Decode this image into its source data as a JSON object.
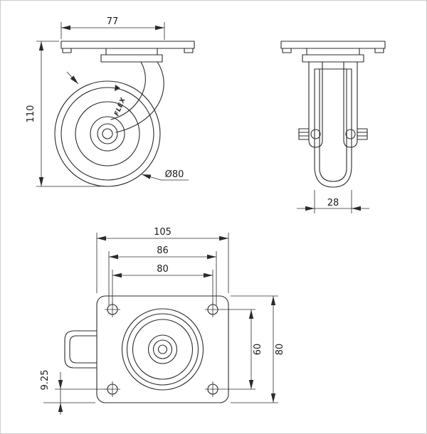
{
  "colors": {
    "background": "#ffffff",
    "border": "#cccccc",
    "line": "#2b2b2b",
    "dim_text": "#1c1c1c"
  },
  "views": {
    "side": {
      "dim_top": "77",
      "dim_height": "110",
      "dim_wheel_diameter": "Ø80",
      "logo": "FLEX"
    },
    "front": {
      "dim_wheel_width": "28"
    },
    "top": {
      "dim_plate_length": "105",
      "dim_slot_span": "86",
      "dim_hole_spacing_x": "80",
      "dim_hole_spacing_y": "60",
      "dim_plate_width": "80",
      "dim_edge_offset": "9.25"
    }
  }
}
